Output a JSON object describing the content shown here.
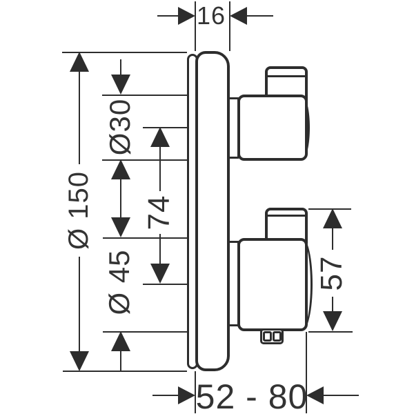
{
  "drawing": {
    "kind": "technical-dimension-drawing",
    "view": "side-profile",
    "background_color": "#ffffff",
    "line_color": "#2d2d2d",
    "text_color": "#333333",
    "dimensions": {
      "plate_diameter": "Ø 150",
      "upper_knob_diameter": "Ø30",
      "lower_knob_diameter": "Ø 45",
      "handle_center_spacing": "74",
      "lower_handle_height": "57",
      "plate_depth": "16",
      "installation_depth_range": "52 - 80"
    }
  }
}
